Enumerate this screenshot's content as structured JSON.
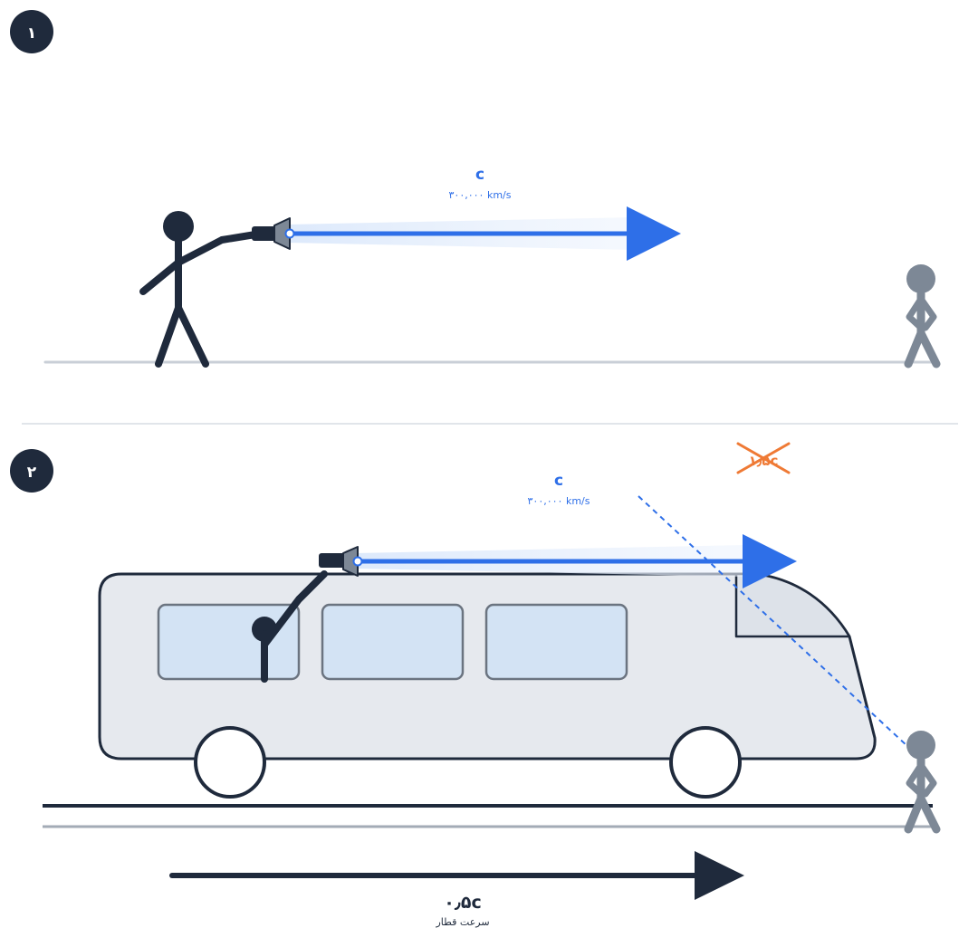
{
  "colors": {
    "dark": "#1f2a3c",
    "blue": "#2e6fe8",
    "observer": "#7d8896",
    "cross": "#ef7a35",
    "ground": "#c9cfd7",
    "train_body": "#e6e9ee",
    "window": "#d3e3f4"
  },
  "panel1": {
    "badge": "۱",
    "light_symbol": "c",
    "light_speed": "۳۰۰,۰۰۰ km/s"
  },
  "panel2": {
    "badge": "۲",
    "light_symbol": "c",
    "light_speed": "۳۰۰,۰۰۰ km/s",
    "wrong_speed": "۱٫۵c",
    "train_speed_value": "۰٫۵c",
    "train_speed_caption": "سرعت قطار"
  }
}
